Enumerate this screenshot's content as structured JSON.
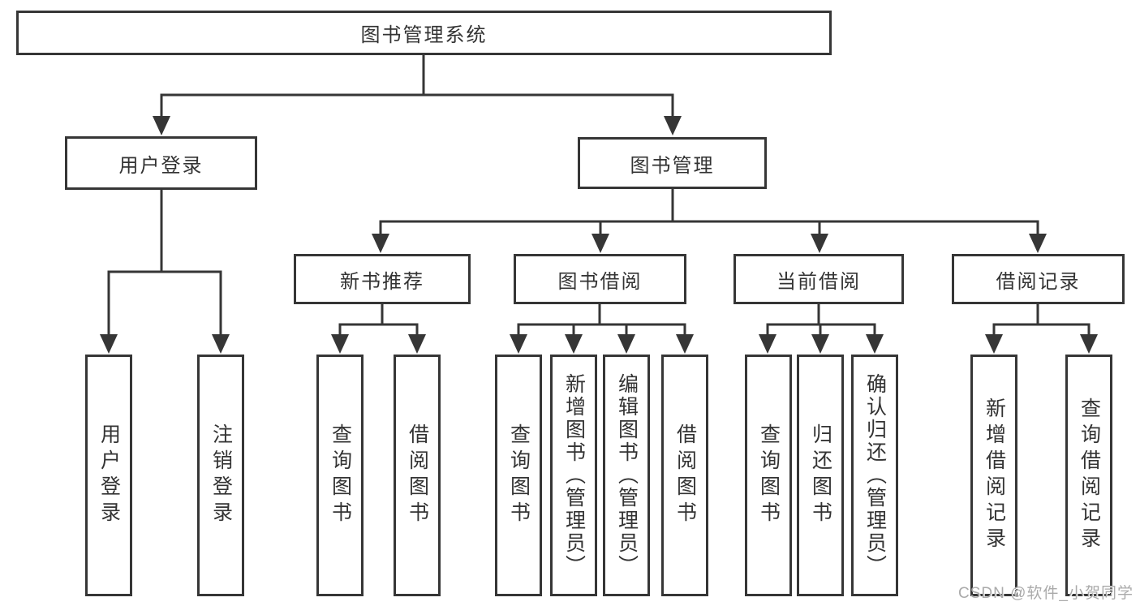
{
  "diagram_title": "图书管理系统",
  "tree": {
    "root": {
      "label": "图书管理系统",
      "children": [
        {
          "label": "用户登录",
          "children": [
            {
              "label": "用户登录"
            },
            {
              "label": "注销登录"
            }
          ]
        },
        {
          "label": "图书管理",
          "children": [
            {
              "label": "新书推荐",
              "children": [
                {
                  "label": "查询图书"
                },
                {
                  "label": "借阅图书"
                }
              ]
            },
            {
              "label": "图书借阅",
              "children": [
                {
                  "label": "查询图书"
                },
                {
                  "label": "新增图书（管理员）"
                },
                {
                  "label": "编辑图书（管理员）"
                },
                {
                  "label": "借阅图书"
                }
              ]
            },
            {
              "label": "当前借阅",
              "children": [
                {
                  "label": "查询图书"
                },
                {
                  "label": "归还图书"
                },
                {
                  "label": "确认归还（管理员）"
                }
              ]
            },
            {
              "label": "借阅记录",
              "children": [
                {
                  "label": "新增借阅记录"
                },
                {
                  "label": "查询借阅记录"
                }
              ]
            }
          ]
        }
      ]
    }
  },
  "watermark": "CSDN @软件_小贺同学",
  "colors": {
    "line": "#363636",
    "box_border": "#363636",
    "box_fill": "#ffffff",
    "text": "#333333",
    "watermark": "#aaaaaa"
  }
}
